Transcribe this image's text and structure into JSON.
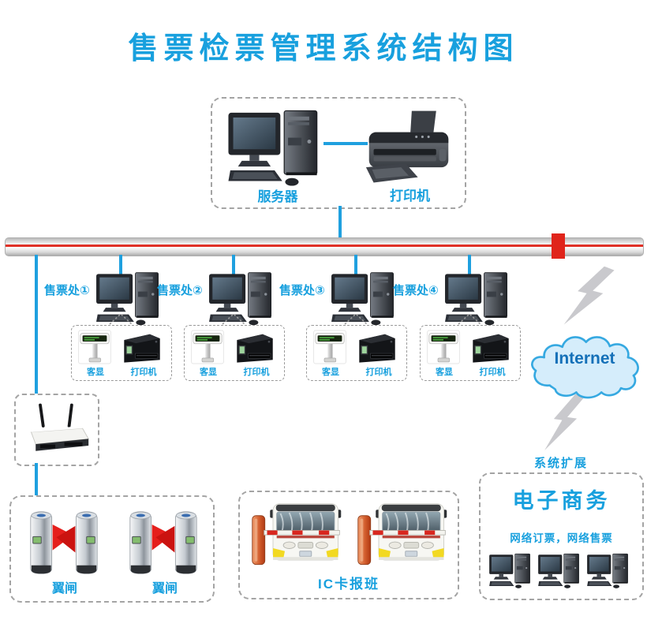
{
  "title": "售票检票管理系统结构图",
  "server_area": {
    "server_label": "服务器",
    "printer_label": "打印机"
  },
  "ticket_offices": [
    {
      "label": "售票处①",
      "display_label": "客显",
      "printer_label": "打印机"
    },
    {
      "label": "售票处②",
      "display_label": "客显",
      "printer_label": "打印机"
    },
    {
      "label": "售票处③",
      "display_label": "客显",
      "printer_label": "打印机"
    },
    {
      "label": "售票处④",
      "display_label": "客显",
      "printer_label": "打印机"
    }
  ],
  "internet": {
    "label": "Internet"
  },
  "expansion_label": "系统扩展",
  "ecommerce": {
    "title": "电子商务",
    "subtitle": "网络订票，网络售票"
  },
  "gate_area": {
    "labels": [
      "翼闸",
      "翼闸"
    ]
  },
  "bus_area": {
    "label": "IC卡报班"
  },
  "colors": {
    "accent_blue": "#18A0DE",
    "line_blue": "#1FA0DF",
    "pipe_red": "#E03127",
    "connector_red": "#E0241B",
    "cloud_stroke": "#36A9E1",
    "cloud_fill": "#D5EDFB",
    "internet_text": "#1470B8",
    "wing_red": "#E02020",
    "lightning_gray": "#C9C9CD"
  }
}
